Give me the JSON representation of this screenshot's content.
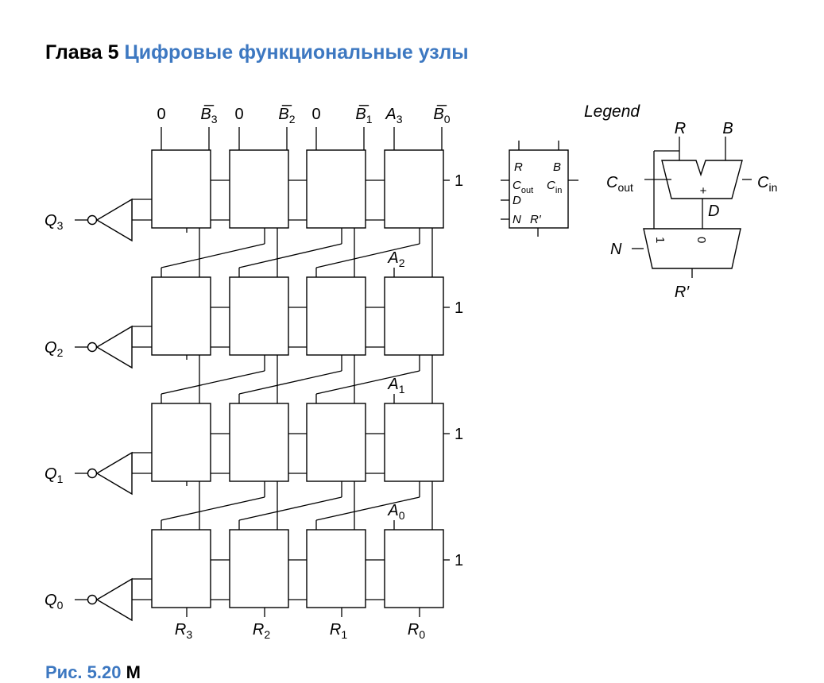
{
  "header": {
    "chapter": "Глава 5",
    "title": "Цифровые функциональные узлы"
  },
  "divider": {
    "top_inputs": [
      {
        "var": "0",
        "sub": "",
        "bar": false
      },
      {
        "var": "B",
        "sub": "3",
        "bar": true
      },
      {
        "var": "0",
        "sub": "",
        "bar": false
      },
      {
        "var": "B",
        "sub": "2",
        "bar": true
      },
      {
        "var": "0",
        "sub": "",
        "bar": false
      },
      {
        "var": "B",
        "sub": "1",
        "bar": true
      },
      {
        "var": "A",
        "sub": "3",
        "bar": false
      },
      {
        "var": "B",
        "sub": "0",
        "bar": true
      }
    ],
    "row_a_labels": [
      {
        "var": "A",
        "sub": "2"
      },
      {
        "var": "A",
        "sub": "1"
      },
      {
        "var": "A",
        "sub": "0"
      }
    ],
    "carry_in_label": "1",
    "q_outputs": [
      {
        "var": "Q",
        "sub": "3"
      },
      {
        "var": "Q",
        "sub": "2"
      },
      {
        "var": "Q",
        "sub": "1"
      },
      {
        "var": "Q",
        "sub": "0"
      }
    ],
    "r_outputs": [
      {
        "var": "R",
        "sub": "3"
      },
      {
        "var": "R",
        "sub": "2"
      },
      {
        "var": "R",
        "sub": "1"
      },
      {
        "var": "R",
        "sub": "0"
      }
    ]
  },
  "legend": {
    "title": "Legend",
    "cell_labels": {
      "r": "R",
      "b": "B",
      "cout": "C",
      "cout_sub": "out",
      "cin": "C",
      "cin_sub": "in",
      "d": "D",
      "n": "N",
      "rp": "R′"
    },
    "detail_labels": {
      "r": "R",
      "b": "B",
      "cout": "C",
      "cout_sub": "out",
      "cin": "C",
      "cin_sub": "in",
      "d": "D",
      "n": "N",
      "rp": "R′",
      "plus": "+",
      "mux_one": "1",
      "mux_zero": "0"
    }
  },
  "caption": {
    "figure": "Рис. 5.20",
    "text": "М"
  }
}
